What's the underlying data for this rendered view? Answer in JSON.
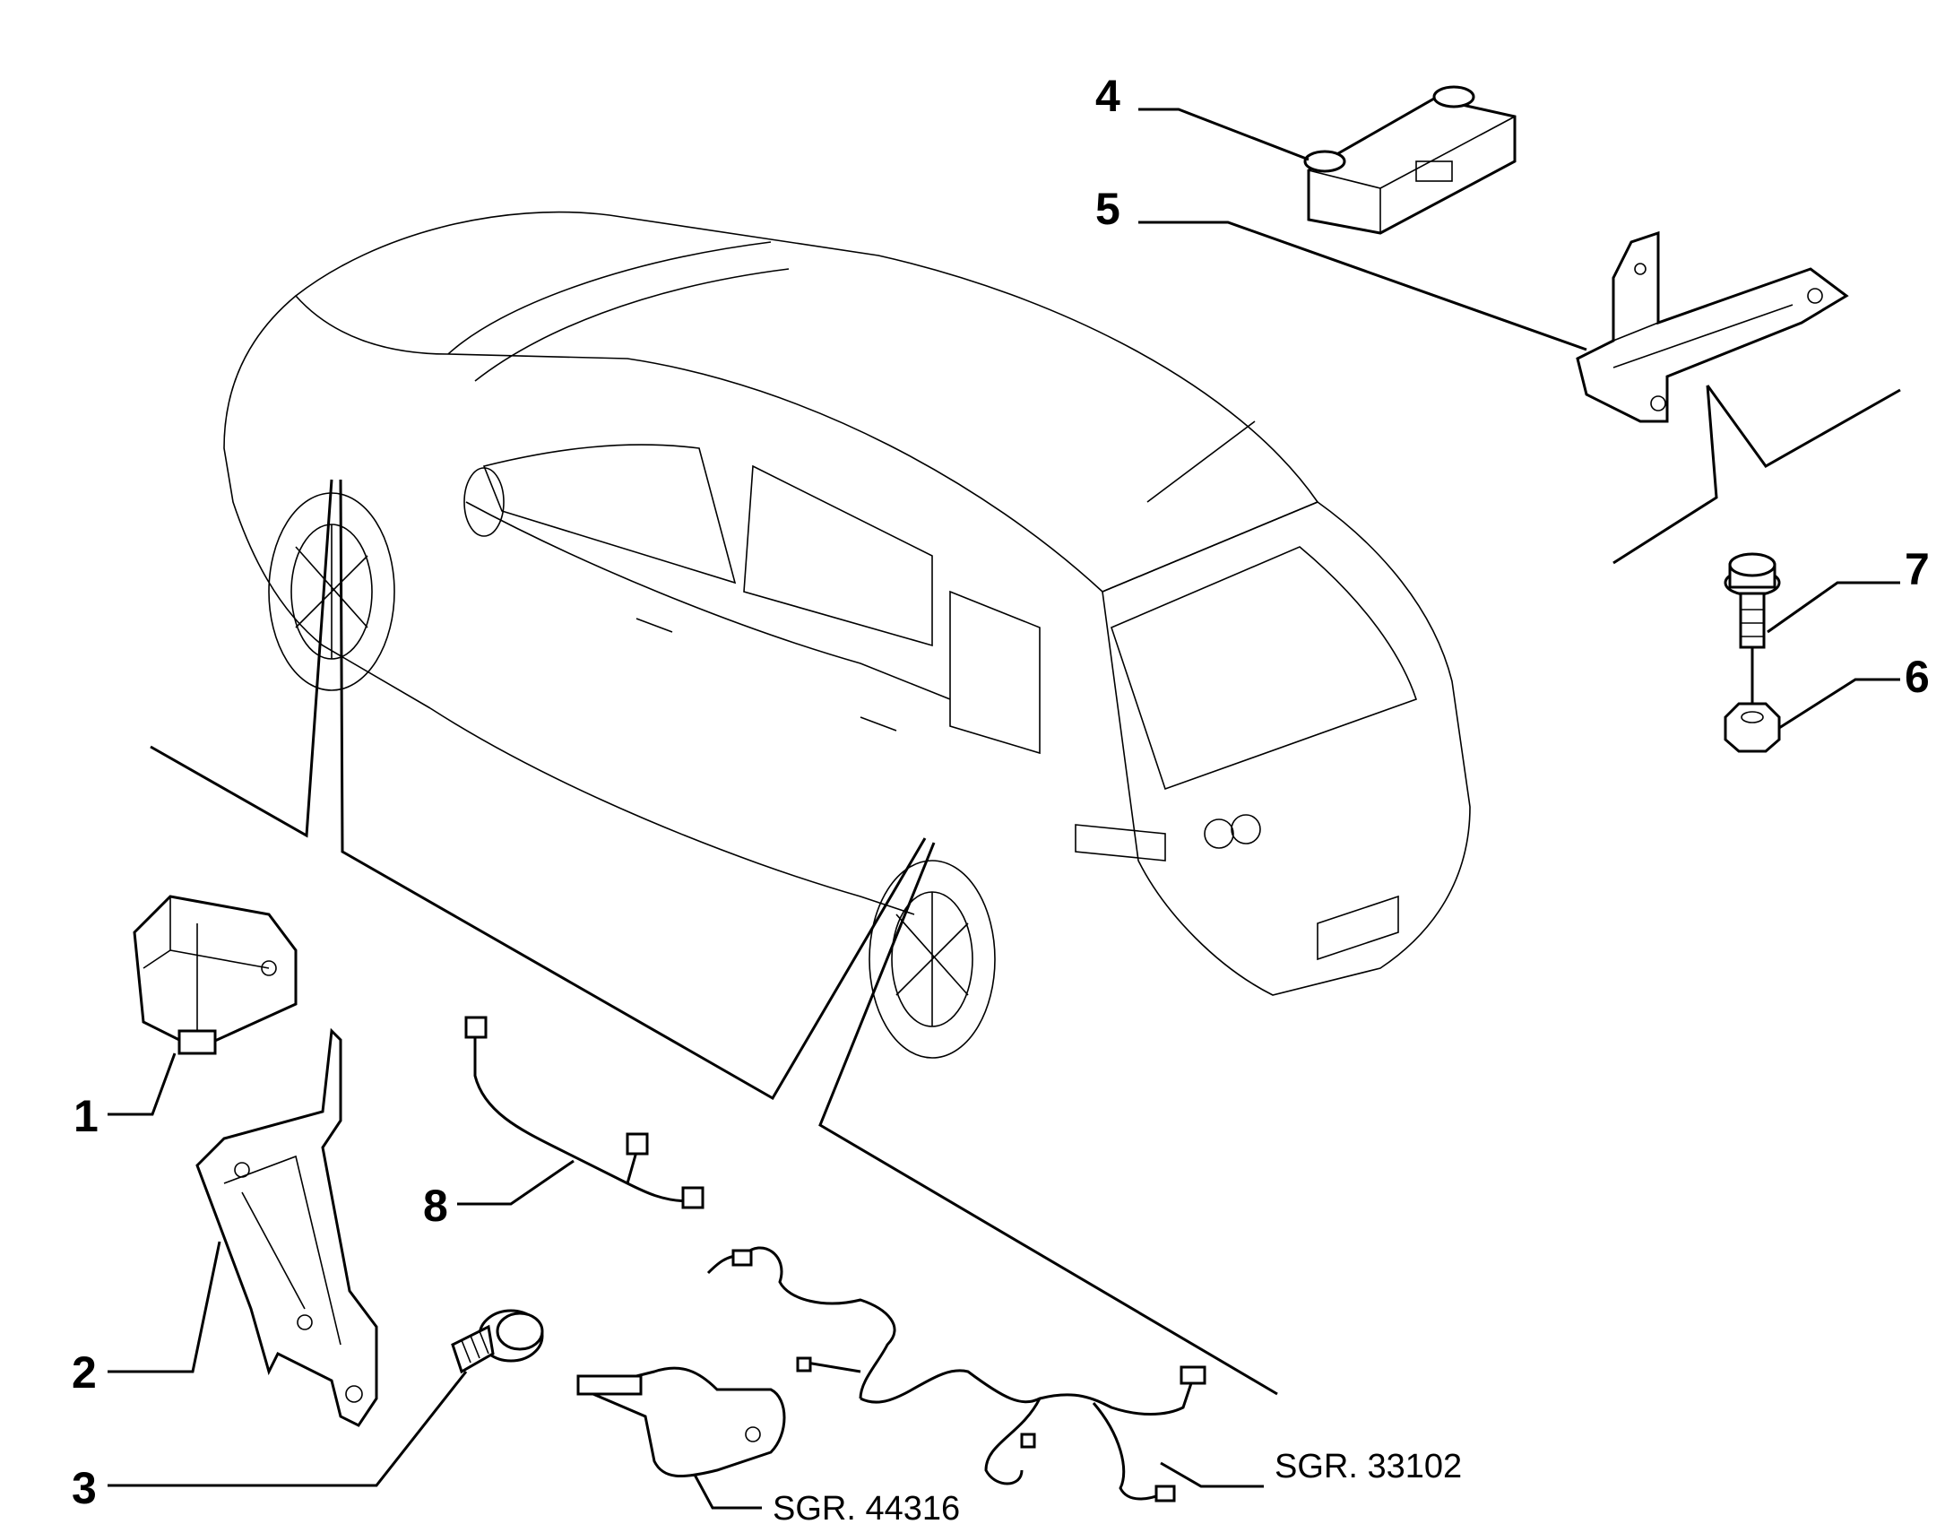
{
  "callouts": {
    "c1": "1",
    "c2": "2",
    "c3": "3",
    "c4": "4",
    "c5": "5",
    "c6": "6",
    "c7": "7",
    "c8": "8"
  },
  "references": {
    "sgr1": "SGR. 44316",
    "sgr2": "SGR. 33102"
  },
  "colors": {
    "line": "#000000",
    "background": "#ffffff"
  }
}
